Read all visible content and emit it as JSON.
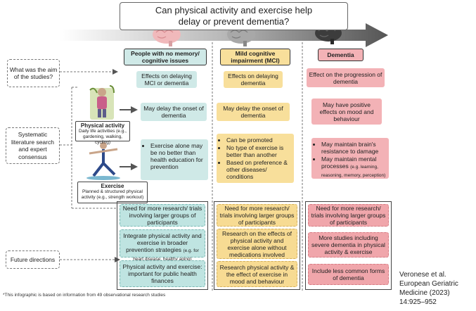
{
  "title": {
    "line1": "Can physical activity and exercise help",
    "line2": "delay or prevent dementia?"
  },
  "row_labels": {
    "aim": "What was the aim of the studies?",
    "method": "Systematic literature search and expert consensus",
    "future": "Future directions"
  },
  "columns": {
    "no_memory": {
      "header": "People with no memory/ cognitive issues"
    },
    "mci": {
      "header": "Mild cognitive impairment (MCI)"
    },
    "dementia": {
      "header": "Dementia"
    }
  },
  "aims": {
    "no_memory": "Effects on delaying MCI or dementia",
    "mci": "Effects on delaying dementia",
    "dementia": "Effect on the progression of dementia"
  },
  "physical_activity": {
    "title": "Physical activity",
    "desc": "Daily life activities (e.g., gardening, walking, cycling)",
    "no_memory": "May delay the onset of dementia",
    "mci": "May delay the onset of dementia",
    "dementia": "May have positive effects on mood and behaviour"
  },
  "exercise": {
    "title": "Exercise",
    "desc": "Planned & structured physical activity (e.g., strength workout)",
    "no_memory": "Exercise alone may be no better than health education for prevention",
    "mci": [
      "Can be promoted",
      "No type of exercise is better than another",
      "Based on preference & other diseases/ conditions"
    ],
    "dementia": [
      "May maintain brain's resistance to damage",
      "May maintain mental processes"
    ],
    "dementia_note": "(e.g. learning, reasoning, memory, perception)"
  },
  "future": {
    "no_memory": [
      "Need for more research/ trials involving larger groups of participants",
      "Integrate physical activity and exercise in broader prevention strategies",
      "Physical activity and exercise: important for public health finances"
    ],
    "no_memory_note": "(e.g. for heart disease, healthy aging)",
    "mci": [
      "Need for more research/ trials involving larger groups of participants",
      "Research on the effects of physical activity and exercise alone without medications involved",
      "Research physical activity & the effect of exercise in mood and behaviour"
    ],
    "dementia": [
      "Need for more research/ trials involving larger groups of participants",
      "More studies including severe dementia in physical activity & exercise",
      "Include less common forms of dementia"
    ]
  },
  "footnote": "*This infographic is based on information from 49 observational research studies",
  "reference": {
    "line1": "Veronese et al.",
    "line2": "European Geriatric",
    "line3": "Medicine (2023)",
    "line4": "14:925–952"
  },
  "colors": {
    "teal": "#cfe9e7",
    "yellow": "#f8df9b",
    "pink": "#f3b2b6"
  },
  "icons": [
    "brain-pink-icon",
    "brain-gray-icon",
    "brain-dark-icon",
    "gardening-person-icon",
    "exercising-person-icon"
  ]
}
